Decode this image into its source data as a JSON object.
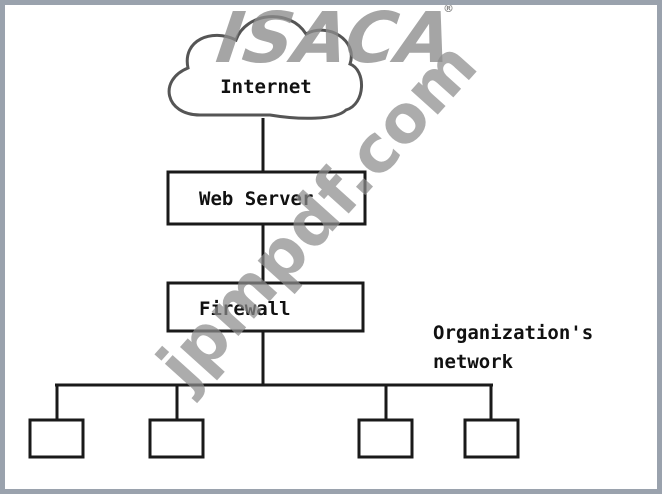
{
  "watermark": {
    "brand": "ISACA",
    "registered": "®",
    "site": "jpmpdf.com"
  },
  "diagram": {
    "cloud_label": "Internet",
    "web_server_label": "Web Server",
    "firewall_label": "Firewall",
    "network_label_line1": "Organization's",
    "network_label_line2": "network"
  },
  "colors": {
    "line": "#1a1a1a",
    "watermark": "#8c8c8c",
    "frame": "#9aa2ad"
  }
}
